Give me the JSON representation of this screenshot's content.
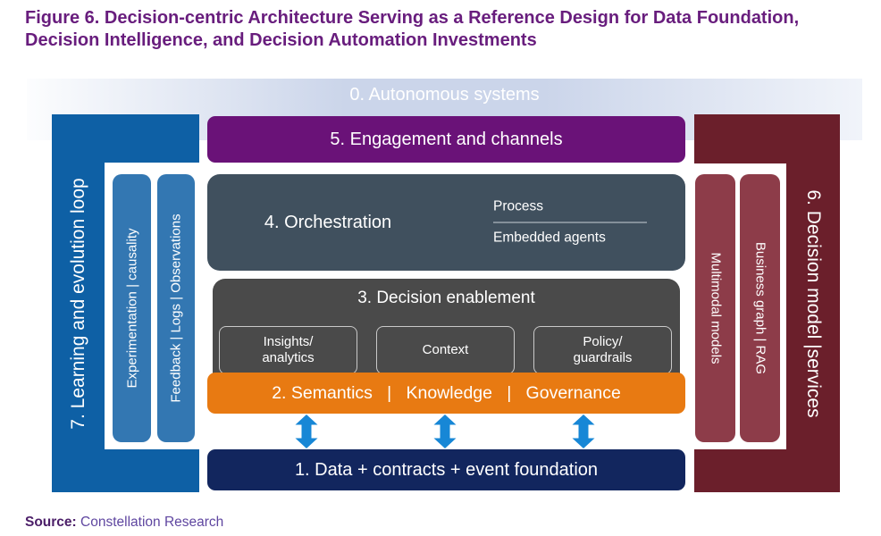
{
  "title": "Figure 6. Decision-centric Architecture Serving as a Reference Design for Data Foundation, Decision Intelligence, and Decision Automation Investments",
  "colors": {
    "titlePurple": "#681D7D",
    "bandMid": "#cbd5ea",
    "blue": "#0E60A5",
    "blueLight": "#3377B2",
    "purple": "#6A1278",
    "slate": "#40505E",
    "gray": "#4A4A4A",
    "grayBorder": "#C9C9C9",
    "orange": "#E87A12",
    "navy": "#12265E",
    "maroon": "#6B1F2B",
    "maroonLight": "#8D3C49",
    "arrow": "#1787D6",
    "sourceLabel": "#4B1E68",
    "sourceText": "#5F46A0"
  },
  "diagram": {
    "autonomous": "0. Autonomous systems",
    "engagement": "5. Engagement and channels",
    "orchestration": {
      "label": "4. Orchestration",
      "top": "Process",
      "bottom": "Embedded agents"
    },
    "enablement": {
      "label": "3. Decision enablement",
      "boxes": [
        {
          "line1": "Insights/",
          "line2": "analytics"
        },
        {
          "line1": "Context",
          "line2": ""
        },
        {
          "line1": "Policy/",
          "line2": "guardrails"
        }
      ]
    },
    "semantics": "2. Semantics   |   Knowledge   |   Governance",
    "foundation": "1. Data + contracts + event foundation",
    "learning": {
      "label": "7. Learning and evolution loop",
      "pills": [
        "Experimentation | causality",
        "Feedback | Logs | Observations"
      ]
    },
    "decision_model": {
      "label": "6. Decision model |services",
      "pills": [
        "Multimodal models",
        "Business graph | RAG"
      ]
    }
  },
  "source": {
    "label": "Source:",
    "text": " Constellation Research"
  }
}
